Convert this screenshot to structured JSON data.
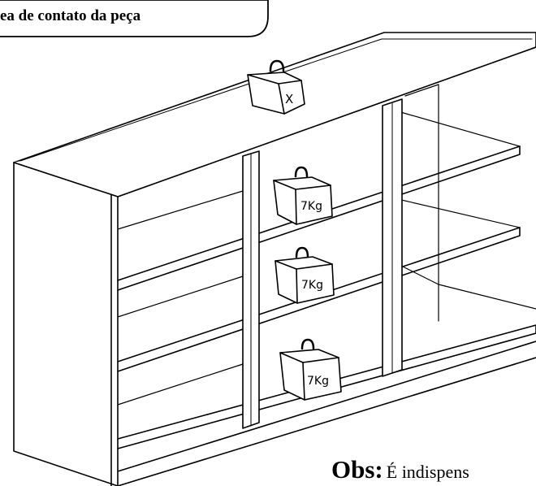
{
  "header_label": "ea de contato da peça",
  "weights": {
    "top": "X",
    "shelf_1": "7Kg",
    "shelf_2": "7Kg",
    "shelf_3": "7Kg"
  },
  "note": {
    "strong": "Obs:",
    "text": "É indispens"
  }
}
